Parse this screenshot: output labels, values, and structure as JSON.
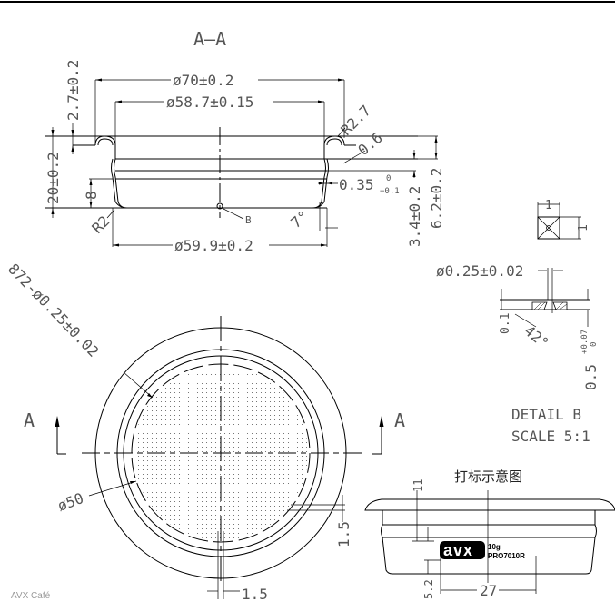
{
  "section_view": {
    "title": "A–A",
    "dims": {
      "outer_dia": "ø70±0.2",
      "inner_dia": "ø58.7±0.15",
      "bottom_dia": "ø59.9±0.2",
      "flange_height": "2.7±0.2",
      "total_height": "20±0.2",
      "lower_height": "8",
      "radius_bottom": "R2",
      "radius_top": "R2.7",
      "thickness_flange": "0.6",
      "wall_thickness": "0.35",
      "wall_tol_upper": "0",
      "wall_tol_lower": "−0.1",
      "groove_depth": "3.4±0.2",
      "groove_pos": "6.2±0.2",
      "draft_angle": "7°",
      "detail_ref": "B"
    }
  },
  "plan_view": {
    "holes": "872-ø0.25±0.02",
    "perforated_dia": "ø50",
    "spacing_x": "1.5",
    "spacing_y": "1.5",
    "section_mark_left": "A",
    "section_mark_right": "A"
  },
  "detail_b": {
    "pitch_w": "1",
    "pitch_h": "1",
    "hole_dia": "ø0.25±0.02",
    "chamfer_depth": "0.1",
    "angle": "42°",
    "thickness": "0.5",
    "thickness_tol_upper": "+0.07",
    "thickness_tol_lower": "0",
    "title": "DETAIL B",
    "scale": "SCALE 5:1"
  },
  "marking": {
    "title": "打标示意图",
    "dim_top": "11",
    "dim_left": "5.2",
    "dim_width": "27",
    "logo": "avx",
    "weight": "10g",
    "model": "PRO7010R"
  },
  "watermark": "AVX Café"
}
